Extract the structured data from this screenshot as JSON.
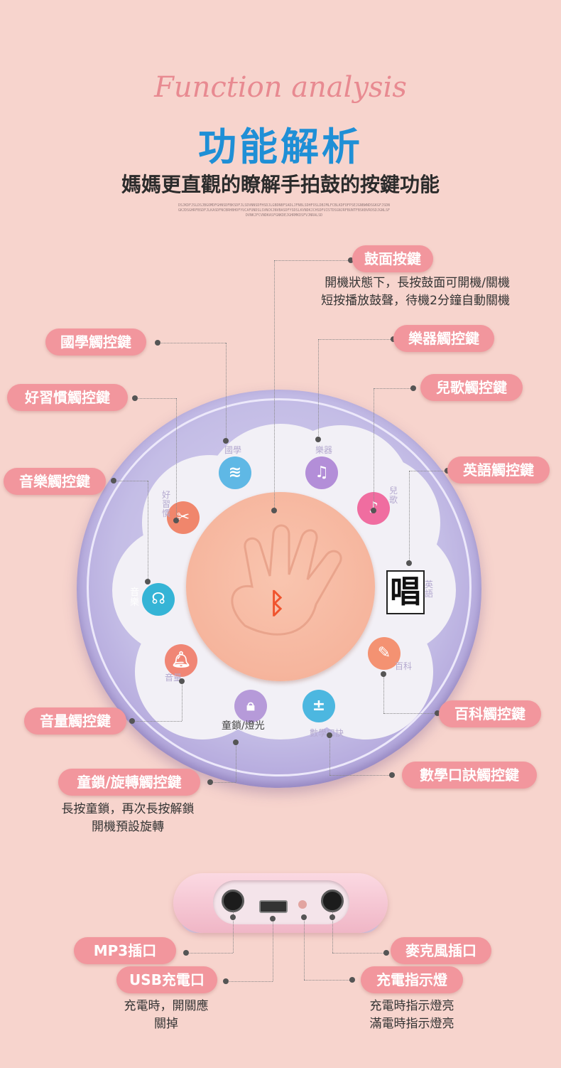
{
  "header": {
    "script_title": "Function analysis",
    "title": "功能解析",
    "subtitle": "媽媽更直觀的瞭解手拍鼓的按鍵功能",
    "fine_print": "DSJKDFJSLDSJBGOMDFGHNSDFBKSDFJLSDVNNSDFHSDJLGBDNBFSADLJFNBLSDHFOSLDBJMLFCBLKDFOFPSEJGNBWNDSGKGFJSDNGKJDSGHRFBSDFJLKASDFNCBRHBHDFYUCAFUNDSLSVNCKJNVBASDFYSDSLKVNDKJCHSDFUISTDSGNJRFBUNTFBSKBVROSDJGNLSFDVNKJFCVNDKASFGNKDEJGHRMKDSFVJNRALSD"
  },
  "drum_face": {
    "label": "鼓面按鍵",
    "desc_lines": [
      "開機狀態下，長按鼓面可開機/關機",
      "短按播放鼓聲，待機2分鐘自動關機"
    ]
  },
  "labels": {
    "guoxue": "國學觸控鍵",
    "habits": "好習慣觸控鍵",
    "music": "音樂觸控鍵",
    "instrument": "樂器觸控鍵",
    "nursery": "兒歌觸控鍵",
    "english": "英語觸控鍵",
    "encyclopedia": "百科觸控鍵",
    "volume": "音量觸控鍵",
    "math": "數學口訣觸控鍵",
    "lock": "童鎖/旋轉觸控鍵"
  },
  "lock_desc": [
    "長按童鎖，再次長按解鎖",
    "開機預設旋轉"
  ],
  "toy": {
    "lock_label": "童鎖/燈光",
    "sing_glyph": "唱",
    "vertical_text": "音樂",
    "icon_labels": {
      "guoxue": "國學",
      "instrument": "樂器",
      "habits": "好習慣",
      "nursery": "兒歌",
      "music": "音樂",
      "english": "英語",
      "volume": "音量",
      "encyclopedia": "百科",
      "math": "數學口訣"
    }
  },
  "ports": {
    "mp3": {
      "label": "MP3插口"
    },
    "usb": {
      "label": "USB充電口",
      "desc_lines": [
        "充電時，開關應",
        "關掉"
      ]
    },
    "mic": {
      "label": "麥克風插口"
    },
    "led": {
      "label": "充電指示燈",
      "desc_lines": [
        "充電時指示燈亮",
        "滿電時指示燈亮"
      ]
    }
  },
  "colors": {
    "background": "#f7d4cd",
    "pill": "#f2969d",
    "title_blue": "#1f8fd6",
    "script_pink": "#e88a91",
    "toy_lavender": "#c4bde6",
    "drum_pad": "#f6b59d"
  },
  "icons": [
    "bluetooth-icon",
    "lock-icon",
    "book-stack-icon",
    "instrument-icon",
    "whistle-icon",
    "bow-icon",
    "headphones-icon",
    "bell-icon",
    "abacus-icon",
    "hand-print-icon"
  ]
}
